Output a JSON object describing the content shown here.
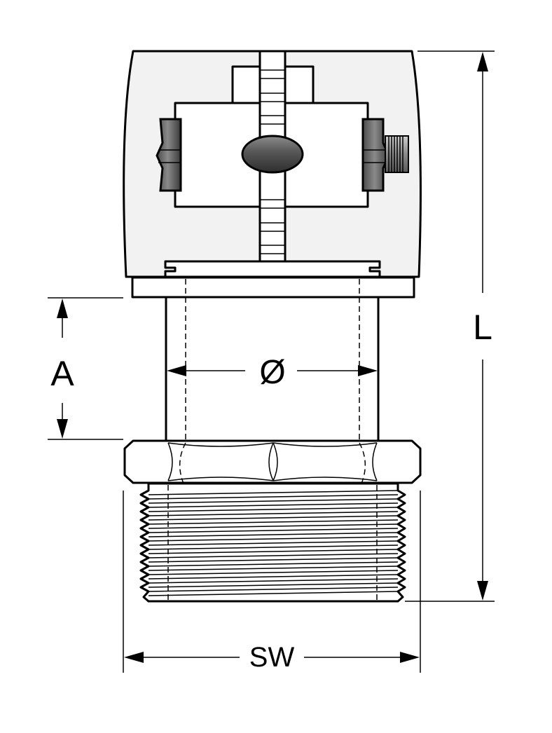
{
  "dimensions": {
    "length_label": "L",
    "inner_height_label": "A",
    "diameter_label": "Ø",
    "wrench_size_label": "SW"
  },
  "colors": {
    "line": "#000000",
    "body_fill": "#f2f2f2",
    "knob_dark": "#6b6b6b",
    "background": "#ffffff"
  }
}
